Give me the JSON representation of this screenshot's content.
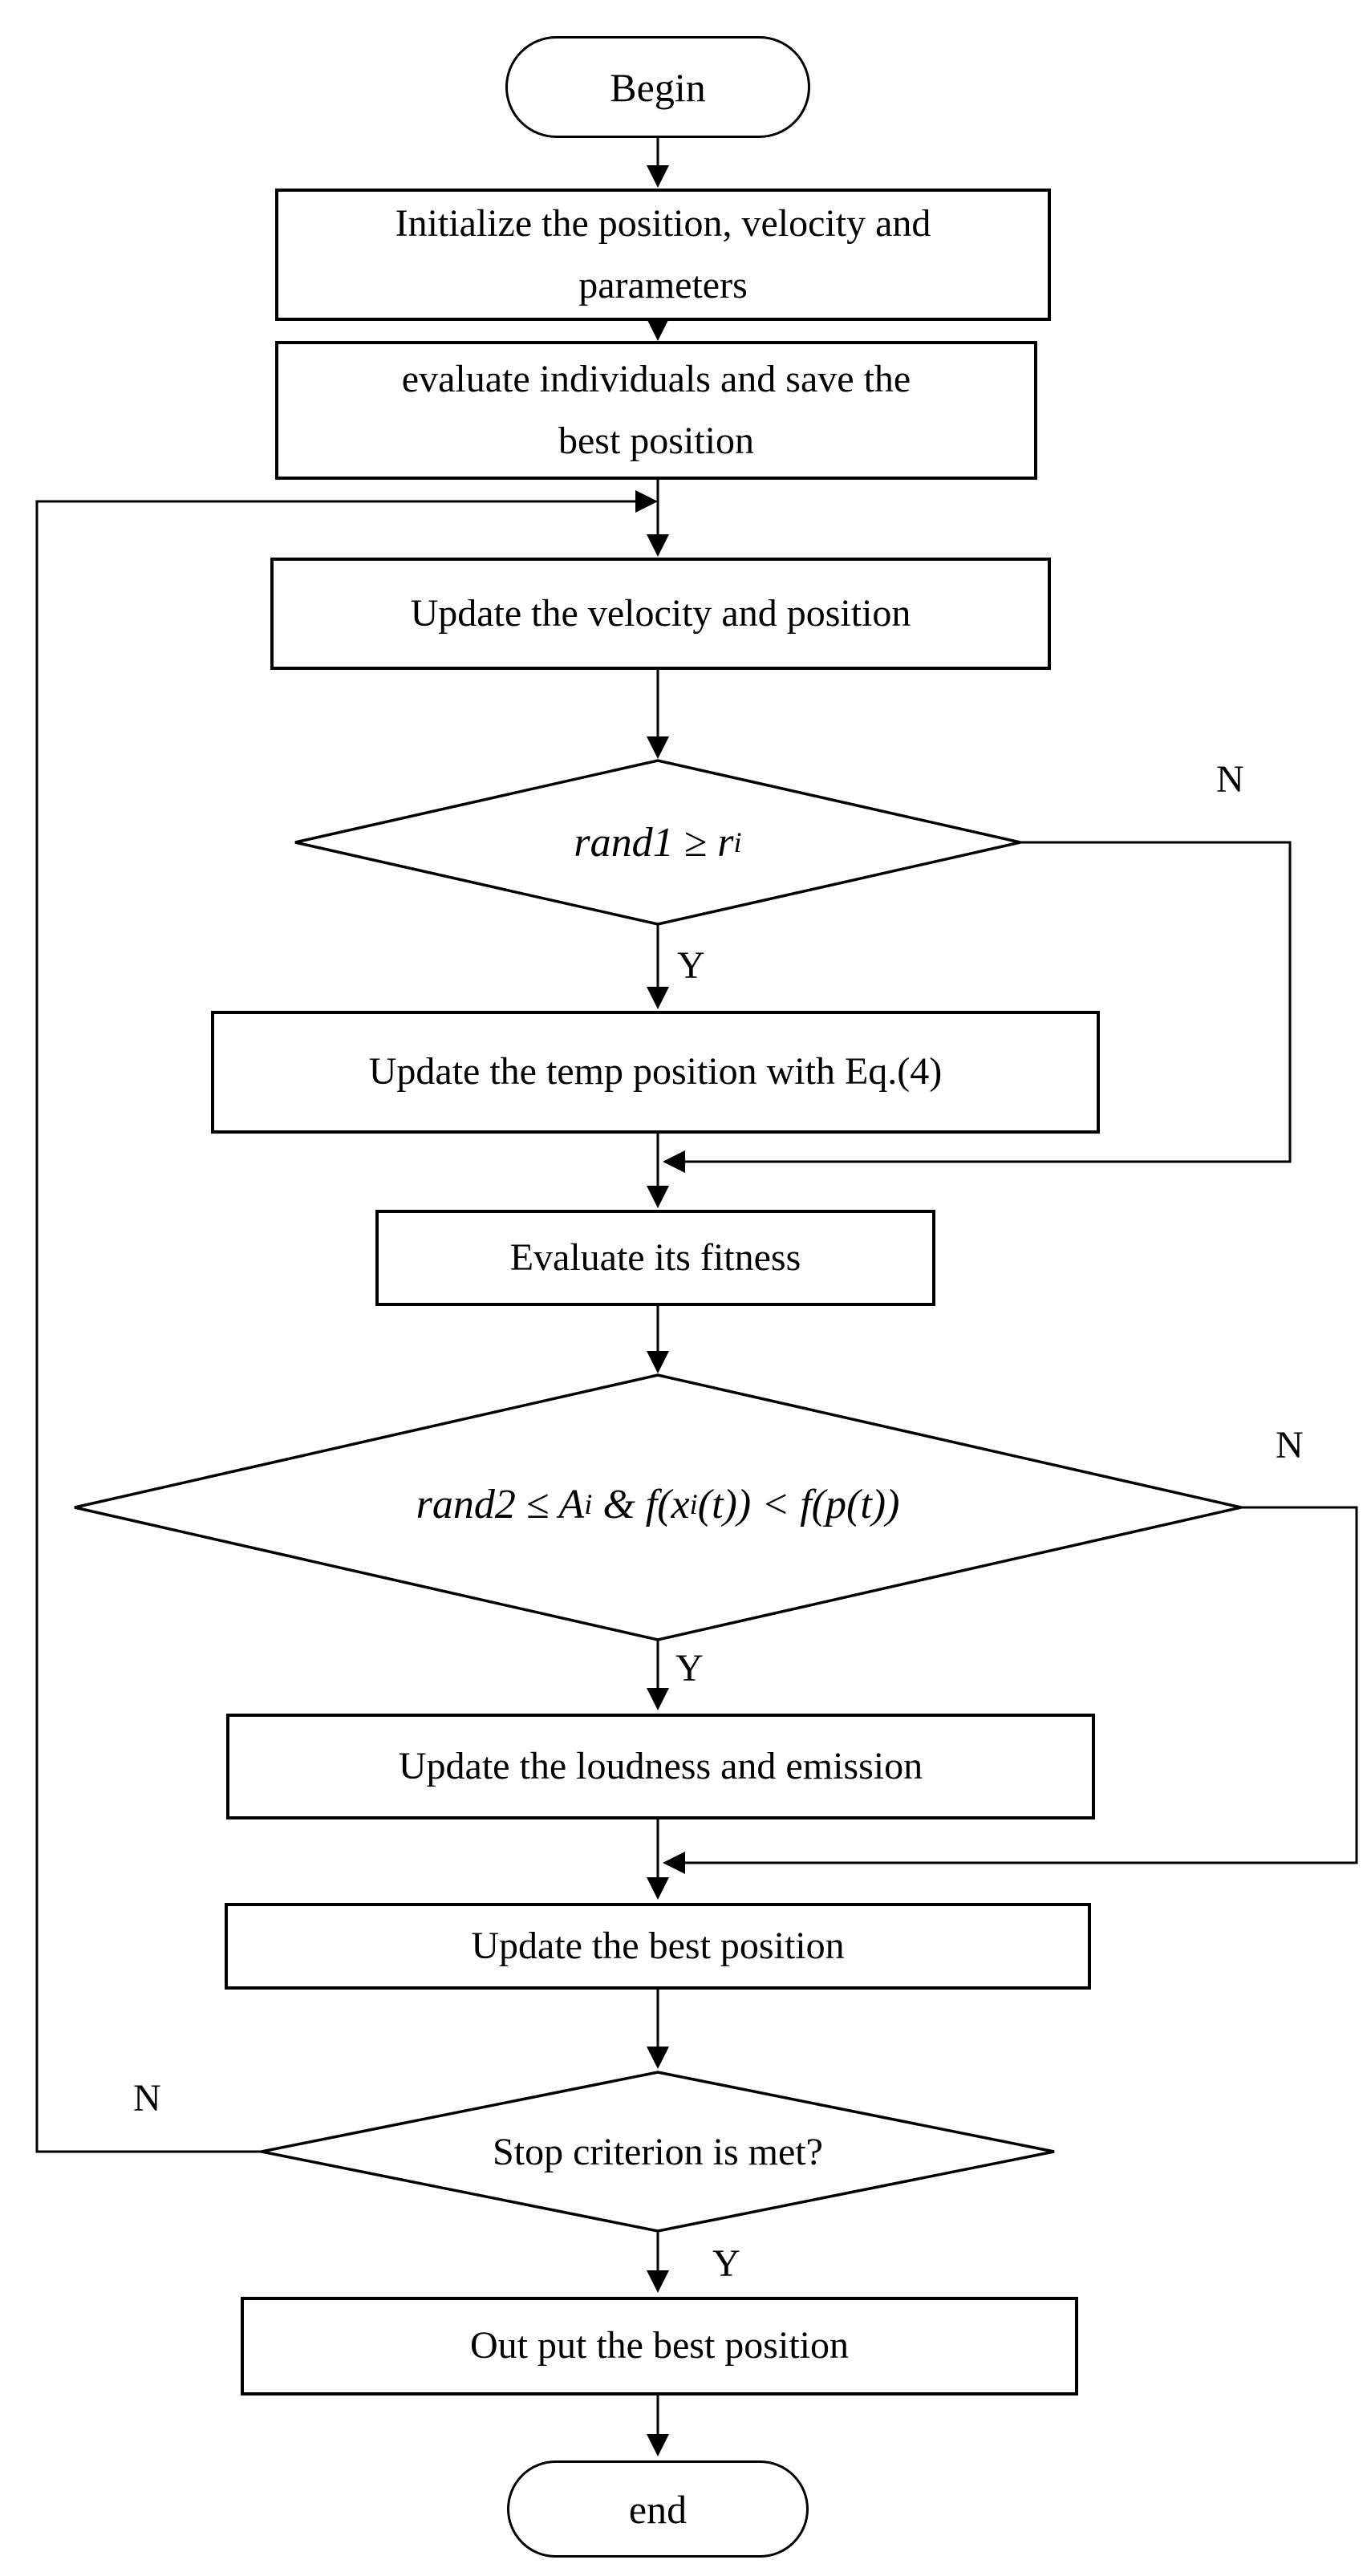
{
  "figure": {
    "type": "flowchart",
    "ink_color": "#000000",
    "paper_color": "#ffffff"
  },
  "nodes": {
    "begin": {
      "label": "Begin"
    },
    "initialize": {
      "label": "Initialize the position, velocity and\nparameters"
    },
    "evaluate": {
      "label": "evaluate individuals and save the\nbest position"
    },
    "update_velocity": {
      "label": "Update the velocity and position"
    },
    "decision_rand1": {
      "main": "rand1 ≥ r",
      "sub": "i"
    },
    "update_temp": {
      "label": "Update the temp position with Eq.(4)"
    },
    "evaluate_fitness": {
      "label": "Evaluate its fitness"
    },
    "decision_rand2": {
      "p1": "rand2 ≤ A",
      "s1": "i",
      "p2": " & f(x",
      "s2": "i",
      "p3": "(t)) < f(p(t))"
    },
    "update_loudness": {
      "label": "Update the loudness and emission"
    },
    "update_best": {
      "label": "Update the best position"
    },
    "decision_stop": {
      "label": "Stop criterion is met?"
    },
    "output": {
      "label": "Out put the best position"
    },
    "end": {
      "label": "end"
    }
  },
  "branch_labels": {
    "d1_n": "N",
    "d1_y": "Y",
    "d2_n": "N",
    "d2_y": "Y",
    "d3_n": "N",
    "d3_y": "Y"
  }
}
